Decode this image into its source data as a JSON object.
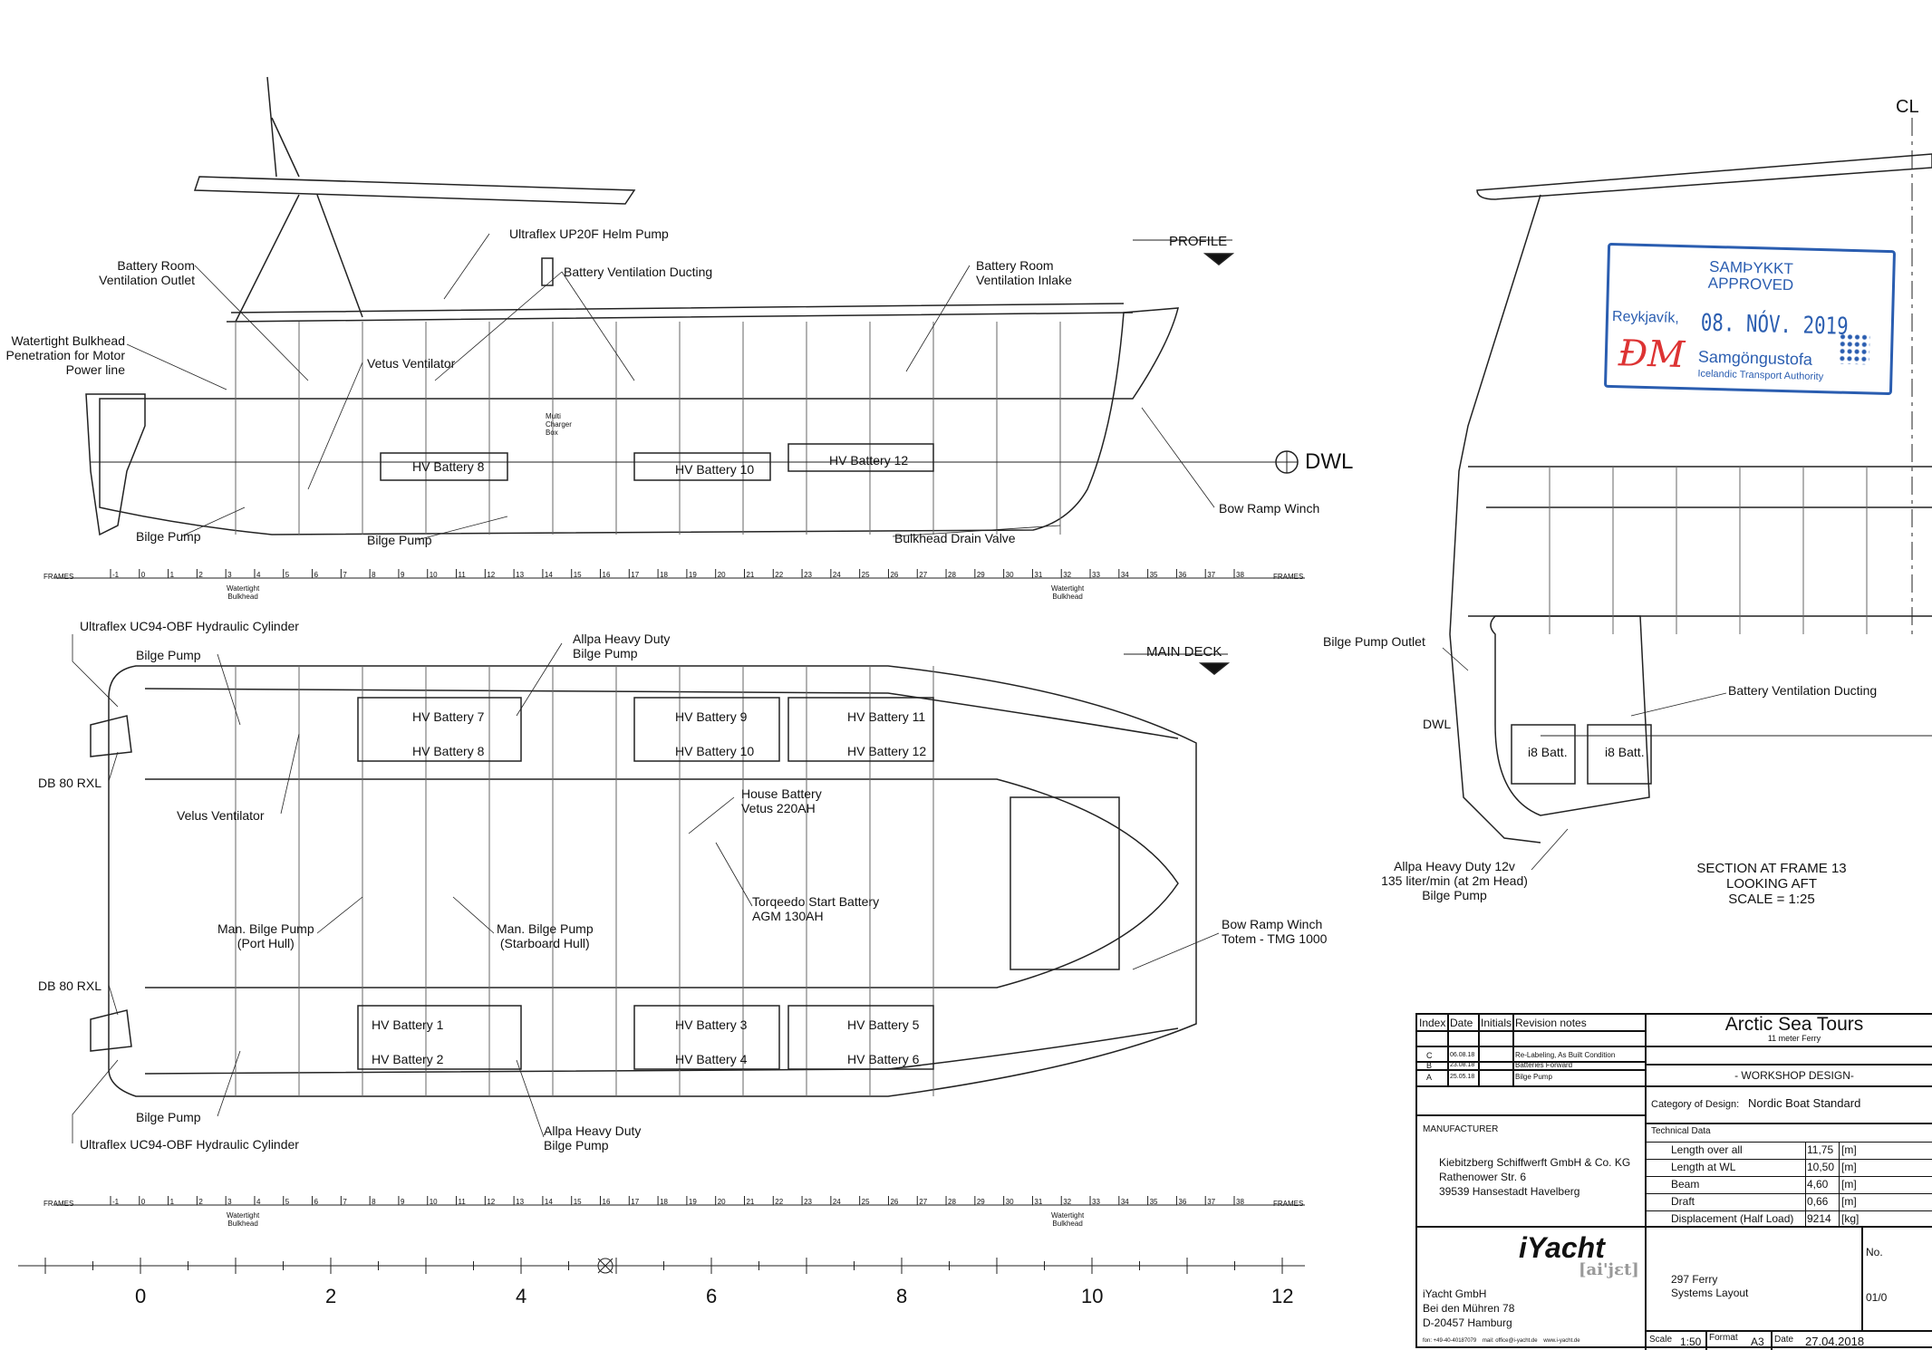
{
  "profile": {
    "title": "PROFILE",
    "labels": {
      "helm_pump": "Ultraflex UP20F Helm Pump",
      "vent_outlet": "Battery Room\nVentilation Outlet",
      "vent_ducting": "Battery Ventilation Ducting",
      "vent_inlake": "Battery Room\nVentilation Inlake",
      "bulkhead_penetration": "Watertight Bulkhead\nPenetration for Motor\nPower line",
      "vetus_ventilator": "Vetus Ventilator",
      "hv8": "HV Battery 8",
      "hv10": "HV Battery 10",
      "hv12": "HV Battery 12",
      "dwl": "DWL",
      "bow_ramp_winch": "Bow Ramp Winch",
      "bilge_pump_aft": "Bilge Pump",
      "bilge_pump_mid": "Bilge Pump",
      "drain_valve": "Bulkhead Drain Valve",
      "multi_charger": "Multi\nCharger\nBox"
    }
  },
  "frames": {
    "label": "FRAMES",
    "numbers": [
      "-1",
      "0",
      "1",
      "2",
      "3",
      "4",
      "5",
      "6",
      "7",
      "8",
      "9",
      "10",
      "11",
      "12",
      "13",
      "14",
      "15",
      "16",
      "17",
      "18",
      "19",
      "20",
      "21",
      "22",
      "23",
      "24",
      "25",
      "26",
      "27",
      "28",
      "29",
      "30",
      "31",
      "32",
      "33",
      "34",
      "35",
      "36",
      "37",
      "38"
    ],
    "bulkhead_label": "Watertight\nBulkhead"
  },
  "main_deck": {
    "title": "MAIN DECK",
    "labels": {
      "cyl_top": "Ultraflex UC94-OBF Hydraulic Cylinder",
      "allpa_top": "Allpa Heavy Duty\nBilge Pump",
      "bilge_top": "Bilge Pump",
      "hv7": "HV Battery 7",
      "hv9": "HV Battery 9",
      "hv11": "HV Battery 11",
      "hv8": "HV Battery 8",
      "hv10": "HV Battery 10",
      "hv12": "HV Battery 12",
      "db80_top": "DB 80 RXL",
      "house_battery": "House Battery\nVetus 220AH",
      "velus": "Velus Ventilator",
      "torqeedo": "Torqeedo Start Battery\nAGM 130AH",
      "man_port": "Man. Bilge Pump\n(Port Hull)",
      "man_stbd": "Man. Bilge Pump\n(Starboard Hull)",
      "bow_winch": "Bow Ramp Winch\nTotem - TMG 1000",
      "db80_bottom": "DB 80 RXL",
      "hv1": "HV Battery 1",
      "hv3": "HV Battery 3",
      "hv5": "HV Battery 5",
      "hv2": "HV Battery 2",
      "hv4": "HV Battery 4",
      "hv6": "HV Battery 6",
      "bilge_bottom": "Bilge Pump",
      "allpa_bottom": "Allpa Heavy Duty\nBilge Pump",
      "cyl_bottom": "Ultraflex UC94-OBF Hydraulic Cylinder"
    }
  },
  "scale_bar": [
    "0",
    "2",
    "4",
    "6",
    "8",
    "10",
    "12"
  ],
  "section": {
    "cl": "CL",
    "bilge_outlet": "Bilge Pump Outlet",
    "vent_ducting": "Battery Ventilation Ducting",
    "dwl": "DWL",
    "batt_left": "i8 Batt.",
    "batt_right": "i8 Batt.",
    "allpa": "Allpa Heavy Duty 12v\n135 liter/min (at 2m Head)\nBilge Pump",
    "caption": "SECTION AT FRAME 13\nLOOKING AFT\nSCALE = 1:25"
  },
  "stamp": {
    "title": "SAMÞYKKT\nAPPROVED",
    "city": "Reykjavík,",
    "date": "08. NÓV. 2019",
    "signature": "ÐM",
    "org": "Samgöngustofa",
    "org_sub": "Icelandic Transport Authority"
  },
  "title_block": {
    "rev_headers": [
      "Index",
      "Date",
      "Initials",
      "Revision notes"
    ],
    "revisions": [
      {
        "index": "C",
        "date": "06.08.18",
        "initials": "",
        "note": "Re-Labeling, As Built Condition"
      },
      {
        "index": "B",
        "date": "23.08.18",
        "initials": "",
        "note": "Batteries Forward"
      },
      {
        "index": "A",
        "date": "25.05.18",
        "initials": "",
        "note": "Bilge Pump"
      }
    ],
    "project": "Arctic Sea Tours",
    "project_sub": "11 meter Ferry",
    "design_stage": "- WORKSHOP DESIGN-",
    "category_label": "Category of Design:",
    "category_value": "Nordic Boat Standard",
    "manufacturer_label": "MANUFACTURER",
    "manufacturer_address": "Kiebitzberg Schiffwerft GmbH & Co. KG\nRathenower Str. 6\n39539 Hansestadt Havelberg",
    "tech_label": "Technical Data",
    "tech": [
      {
        "name": "Length over all",
        "value": "11,75",
        "unit": "[m]"
      },
      {
        "name": "Length at WL",
        "value": "10,50",
        "unit": "[m]"
      },
      {
        "name": "Beam",
        "value": "4,60",
        "unit": "[m]"
      },
      {
        "name": "Draft",
        "value": "0,66",
        "unit": "[m]"
      },
      {
        "name": "Displacement (Half Load)",
        "value": "9214",
        "unit": "[kg]"
      }
    ],
    "logo": "iYacht",
    "logo_sub": "[ai'jɛt]",
    "designer_address": "iYacht GmbH\nBei den Mühren 78\nD-20457 Hamburg",
    "contact": "fon: +49-40-40187079    mail: office@i-yacht.de    www.i-yacht.de",
    "drawing_title": "297 Ferry\nSystems Layout",
    "no_label": "No.",
    "no_value": "01/0",
    "scale_label": "Scale",
    "scale_value": "1:50",
    "format_label": "Format",
    "format_value": "A3",
    "date_label": "Date",
    "date_value": "27.04.2018"
  }
}
